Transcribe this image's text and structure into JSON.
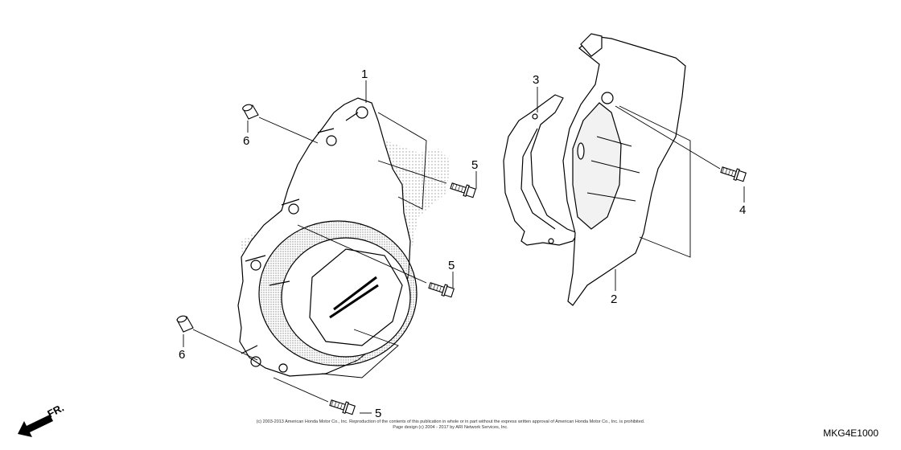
{
  "diagram": {
    "callouts": {
      "cover_left": "1",
      "cover_right": "2",
      "gasket": "3",
      "bolt_right": "4",
      "bolt_top": "5",
      "bolt_middle": "5",
      "bolt_bottom": "5",
      "dowel_top": "6",
      "dowel_bottom": "6"
    },
    "direction_label": "FR.",
    "footer": {
      "copyright_line1": "(c) 2003-2013 American Honda Motor Co., Inc. Reproduction of the contents of this publication in whole or in part without the express written approval of American Honda Motor Co., Inc. is prohibited.",
      "copyright_line2": "Page design (c) 2004 - 2017 by ARI Network Services, Inc.",
      "diagram_code": "MKG4E1000"
    }
  }
}
